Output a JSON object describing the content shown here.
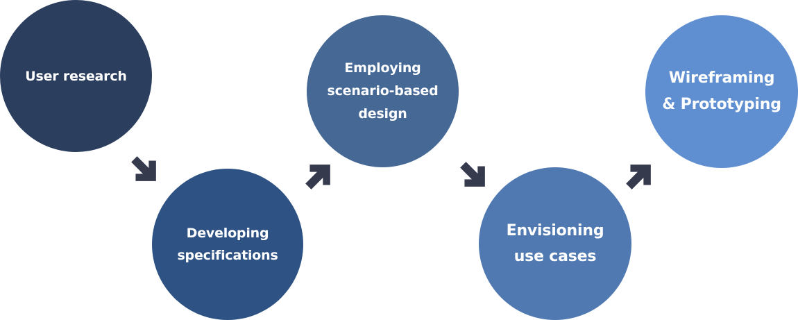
{
  "diagram": {
    "steps": [
      {
        "label": "User research",
        "color": "#2b3e5e"
      },
      {
        "label": "Developing\nspecifications",
        "color": "#2d5283"
      },
      {
        "label": "Employing\nscenario-based\ndesign",
        "color": "#456895"
      },
      {
        "label": "Envisioning\nuse cases",
        "color": "#5079b1"
      },
      {
        "label": "Wireframing\n& Prototyping",
        "color": "#5f8fd0"
      }
    ],
    "arrows": [
      {
        "direction": "down-right",
        "icon": "arrow-down-right-icon",
        "color": "#363a4d"
      },
      {
        "direction": "up-right",
        "icon": "arrow-up-right-icon",
        "color": "#363a4d"
      },
      {
        "direction": "down-right",
        "icon": "arrow-down-right-icon",
        "color": "#363a4d"
      },
      {
        "direction": "up-right",
        "icon": "arrow-up-right-icon",
        "color": "#363a4d"
      }
    ]
  }
}
